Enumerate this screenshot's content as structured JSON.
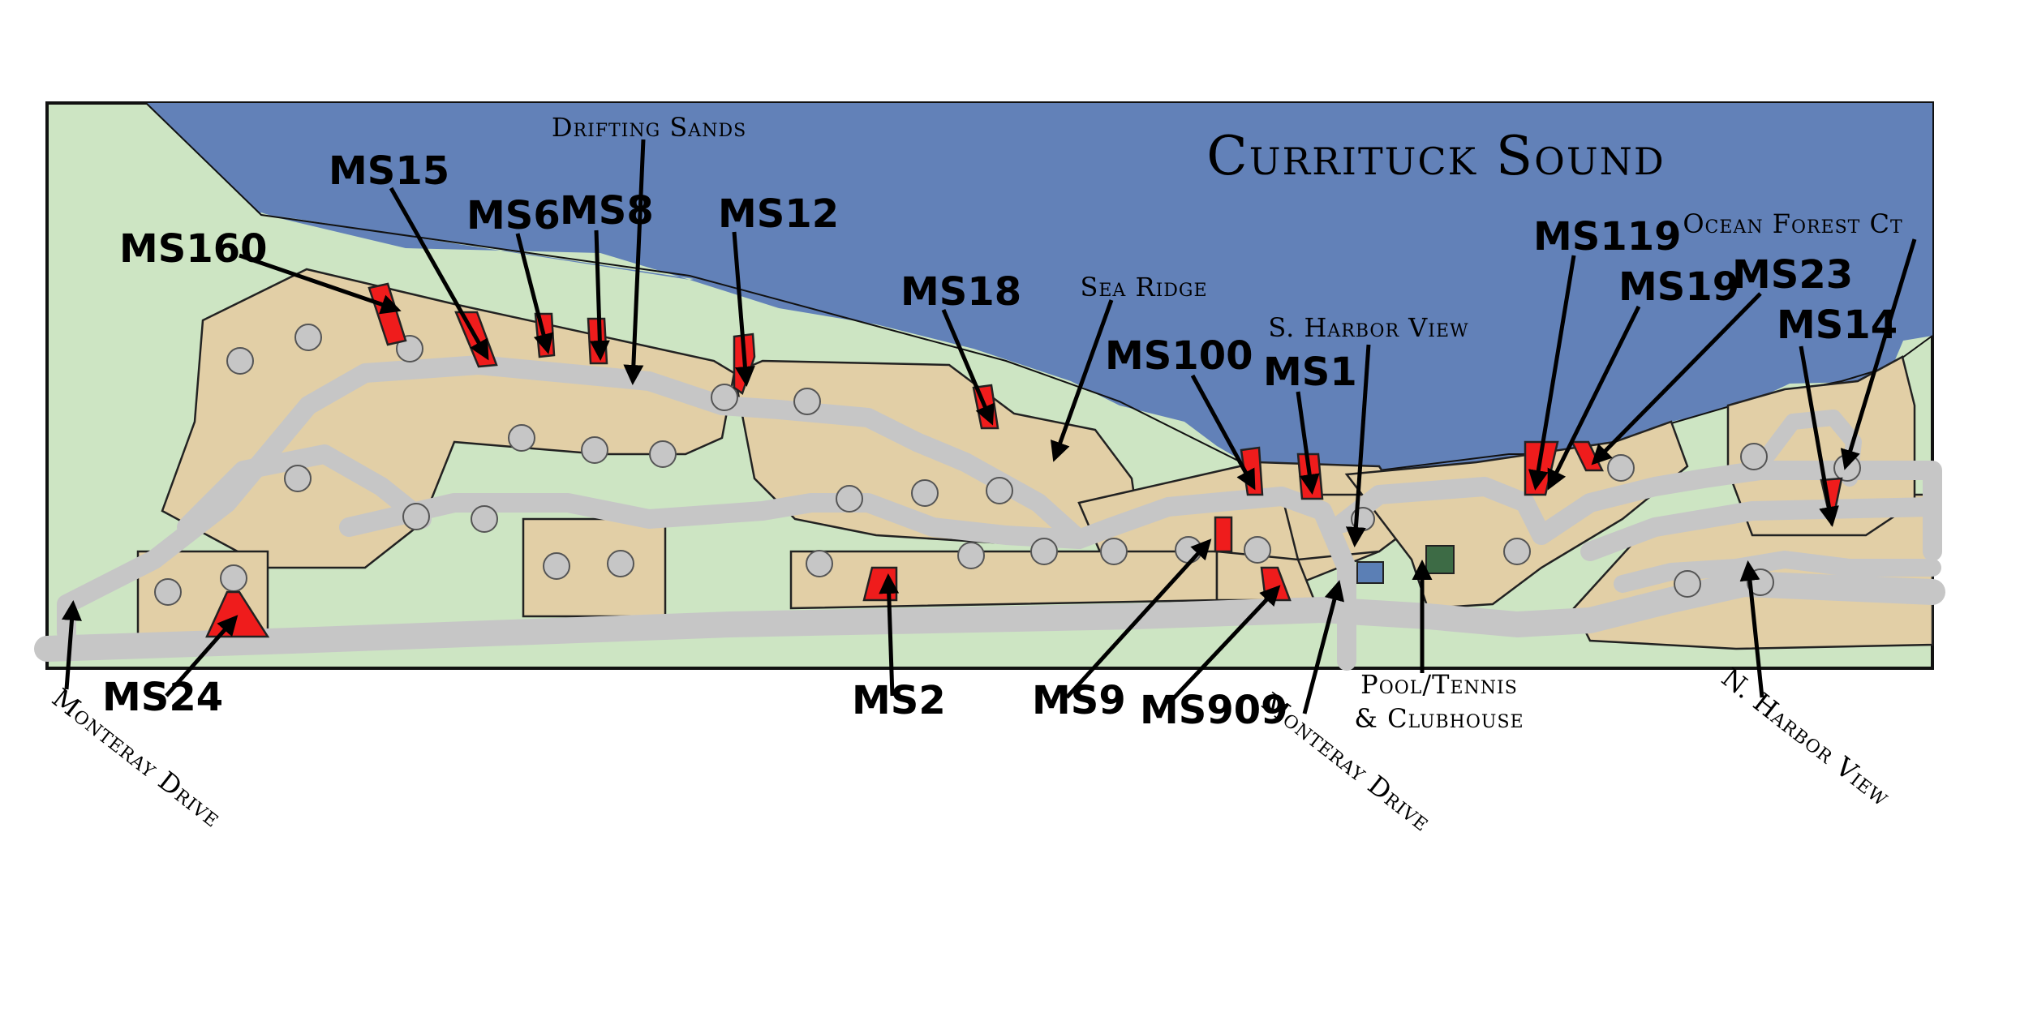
{
  "map": {
    "water_label": "Currituck Sound",
    "colors": {
      "water": "#6281b8",
      "land": "#cde5c3",
      "lots": "#e2cfa6",
      "road": "#c6c6c6",
      "highlight": "#ef1c1c",
      "pool": "#5b7fb5",
      "tennis": "#3d6b45"
    },
    "streets": {
      "drifting_sands": "Drifting Sands",
      "sea_ridge": "Sea Ridge",
      "s_harbor_view": "S. Harbor View",
      "ocean_forest_ct": "Ocean Forest Ct",
      "monteray_drive_west": "Monteray Drive",
      "monteray_drive_east": "Monteray Drive",
      "n_harbor_view": "N. Harbor View",
      "pool_line1": "Pool/Tennis",
      "pool_line2": "& Clubhouse"
    },
    "lots": [
      {
        "id": "MS160"
      },
      {
        "id": "MS15"
      },
      {
        "id": "MS6"
      },
      {
        "id": "MS8"
      },
      {
        "id": "MS12"
      },
      {
        "id": "MS18"
      },
      {
        "id": "MS100"
      },
      {
        "id": "MS1"
      },
      {
        "id": "MS119"
      },
      {
        "id": "MS19"
      },
      {
        "id": "MS23"
      },
      {
        "id": "MS14"
      },
      {
        "id": "MS24"
      },
      {
        "id": "MS2"
      },
      {
        "id": "MS9"
      },
      {
        "id": "MS909"
      }
    ]
  }
}
